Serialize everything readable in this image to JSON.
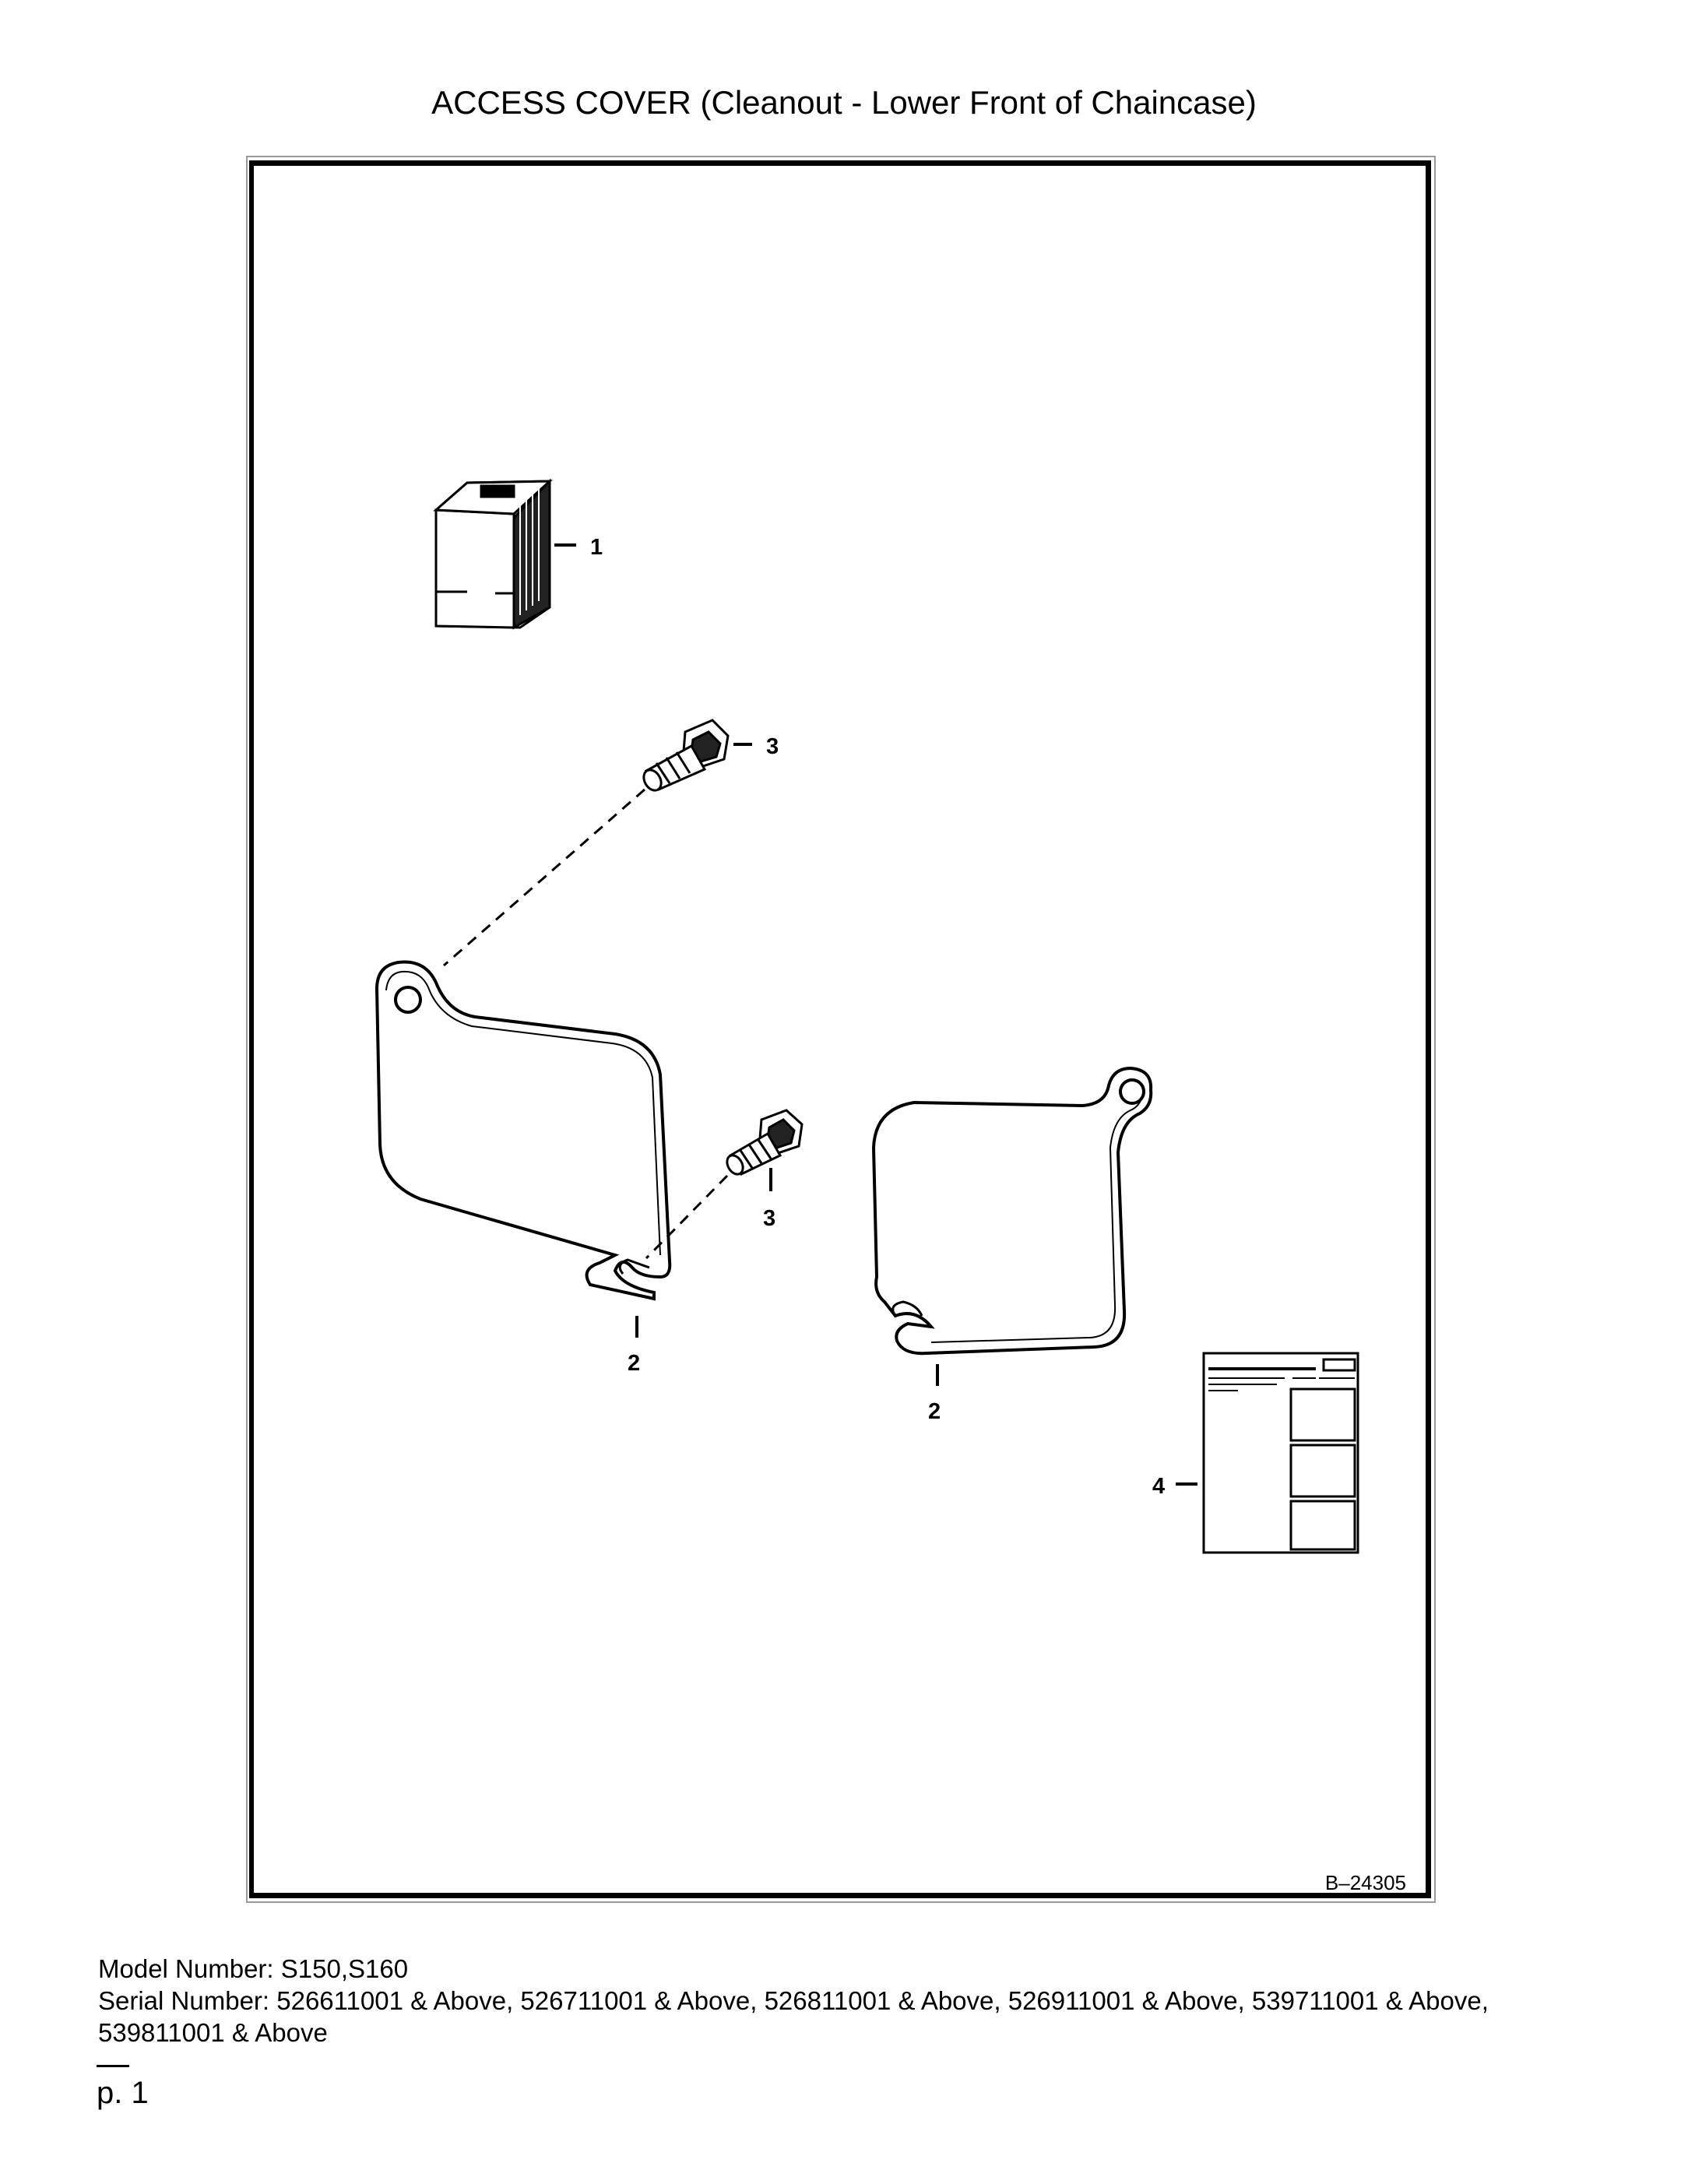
{
  "title": "ACCESS COVER (Cleanout - Lower Front of Chaincase)",
  "diagram": {
    "callouts": {
      "part_1": "1",
      "part_2_left": "2",
      "part_2_right": "2",
      "part_3_top": "3",
      "part_3_bottom": "3",
      "part_4": "4"
    },
    "figure_number": "B–24305"
  },
  "footer": {
    "model_line": "Model Number: S150,S160",
    "serial_line": "Serial Number: 526611001 & Above, 526711001 & Above, 526811001 & Above, 526911001 & Above, 539711001 & Above, 539811001 & Above"
  },
  "page": {
    "label": "p. 1"
  }
}
